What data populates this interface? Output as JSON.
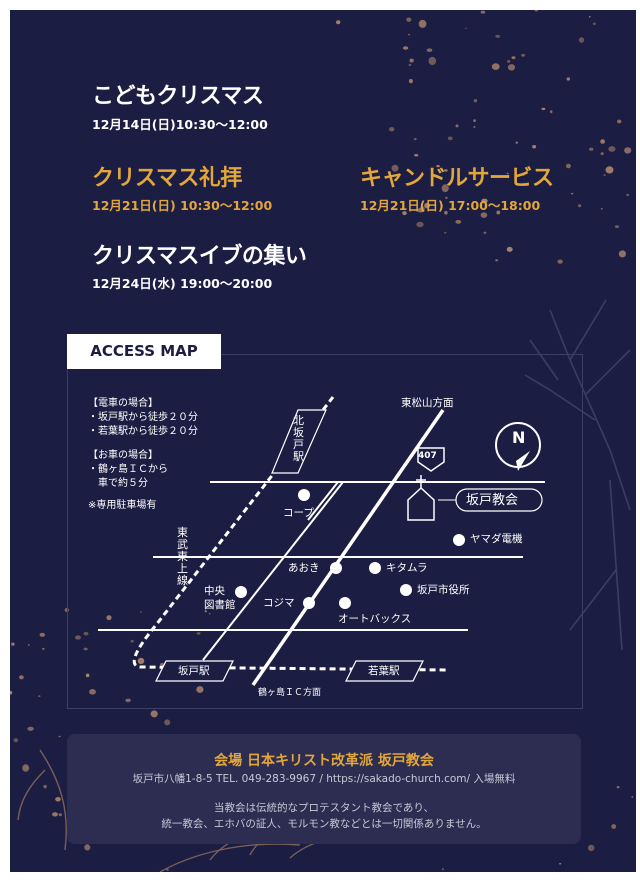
{
  "events": [
    {
      "title": "こどもクリスマス",
      "date": "12月14日(日)10:30〜12:00"
    },
    {
      "title": "クリスマス礼拝",
      "date": "12月21日(日) 10:30〜12:00"
    },
    {
      "title": "キャンドルサービス",
      "date": "12月21日(日) 17:00〜18:00"
    },
    {
      "title": "クリスマスイブの集い",
      "date": "12月24日(水) 19:00〜20:00"
    }
  ],
  "access": {
    "label": "ACCESS MAP",
    "train_heading": "【電車の場合】",
    "train_lines": [
      "・坂戸駅から徒歩２０分",
      "・若葉駅から徒歩２０分"
    ],
    "car_heading": "【お車の場合】",
    "car_lines": [
      "・鶴ヶ島ＩＣから",
      "　車で約５分"
    ],
    "parking": "※専用駐車場有"
  },
  "map": {
    "higashimatsuyama": "東松山方面",
    "route": "407",
    "north_mark": "N",
    "church": "坂戸教会",
    "kita_sakado": "北坂戸駅",
    "tobu_line": "東武東上線",
    "coop": "コープ",
    "yamada": "ヤマダ電機",
    "aoki": "あおき",
    "kitamura": "キタムラ",
    "city_hall": "坂戸市役所",
    "library_1": "中央",
    "library_2": "図書館",
    "kojima": "コジマ",
    "autobacs": "オートバックス",
    "sakado_station": "坂戸駅",
    "wakaba_station": "若葉駅",
    "ic_direction": "鶴ヶ島ＩＣ方面"
  },
  "venue": {
    "title": "会場  日本キリスト改革派  坂戸教会",
    "address": "坂戸市八幡1-8-5 TEL. 049-283-9967 / https://sakado-church.com/ 入場無料",
    "note_1": "当教会は伝統的なプロテスタント教会であり、",
    "note_2": "統一教会、エホバの証人、モルモン教などとは一切関係ありません。"
  },
  "colors": {
    "background": "#1c1d42",
    "gold": "#e2a63a",
    "panel": "#2c2d51",
    "speckle": "#a9826a"
  }
}
